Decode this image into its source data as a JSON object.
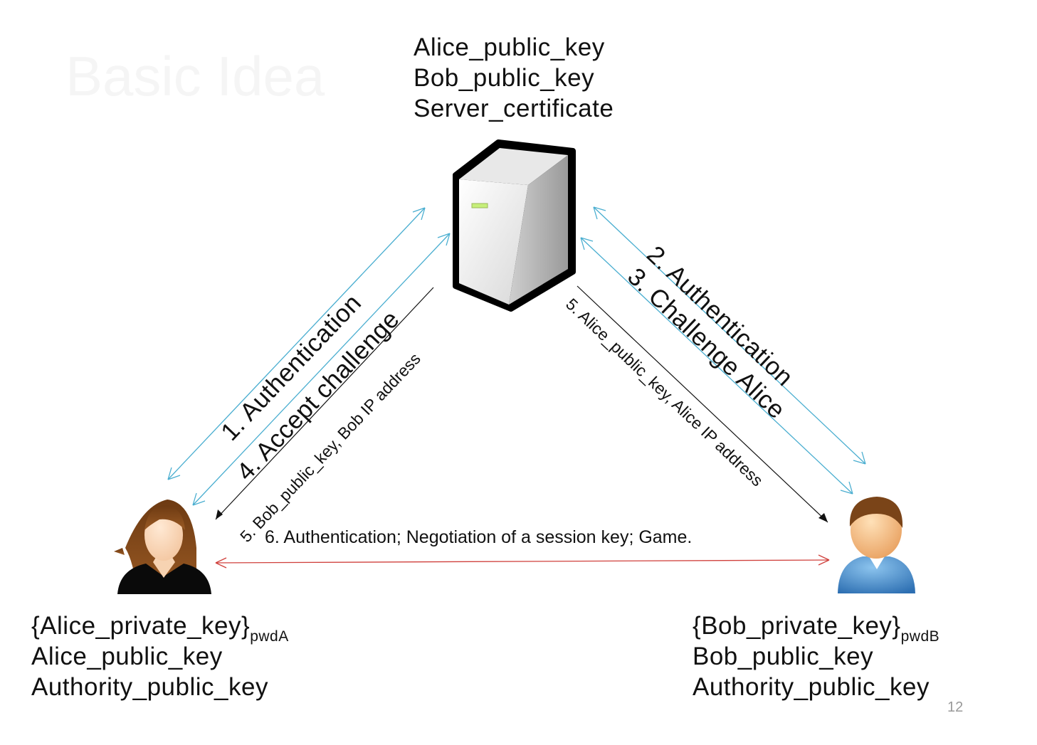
{
  "watermark": "Basic Idea",
  "server": {
    "keys": [
      "Alice_public_key",
      "Bob_public_key",
      "Server_certificate"
    ]
  },
  "alice": {
    "encrypted_key": "{Alice_private_key}",
    "encrypted_key_subscript": "pwdA",
    "keys": [
      "Alice_public_key",
      "Authority_public_key"
    ]
  },
  "bob": {
    "encrypted_key": "{Bob_private_key}",
    "encrypted_key_subscript": "pwdB",
    "keys": [
      "Bob_public_key",
      "Authority_public_key"
    ]
  },
  "arrows": {
    "alice_server_1": "1. Authentication",
    "alice_server_4": "4. Accept challenge",
    "server_to_alice_5": "5. Bob_public_key, Bob IP address",
    "bob_server_2": "2. Authentication",
    "bob_server_3": "3. Challenge Alice",
    "server_to_bob_5": "5. Alice_public_key, Alice IP address",
    "alice_bob_6": "6. Authentication; Negotiation of a session key; Game."
  },
  "page_number": "12",
  "colors": {
    "server_link": "#4aaed0",
    "direct_link": "#d0403c",
    "server_reply": "#111111"
  }
}
